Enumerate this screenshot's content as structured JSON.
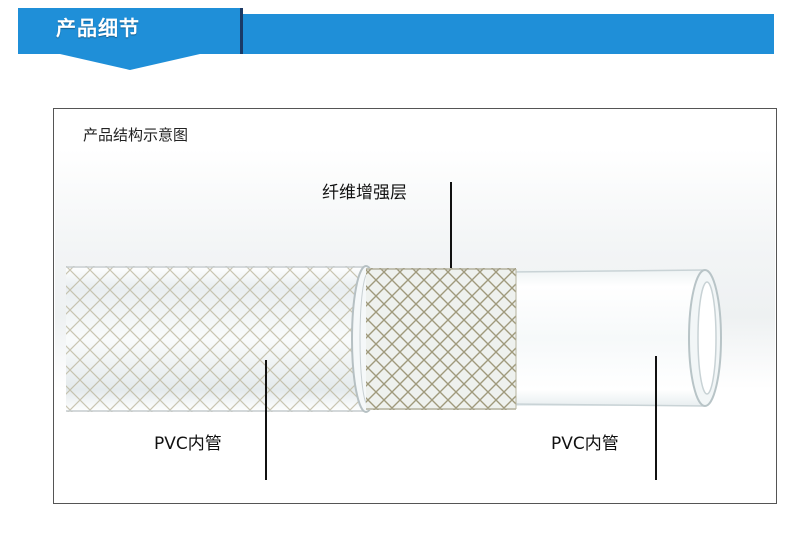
{
  "header": {
    "title": "产品细节",
    "accent_color": "#1f8fd8",
    "edge_color": "#1a3a66"
  },
  "diagram": {
    "title": "产品结构示意图",
    "labels": {
      "fiber_layer": "纤维增强层",
      "pvc_inner_left": "PVC内管",
      "pvc_inner_right": "PVC内管"
    }
  }
}
